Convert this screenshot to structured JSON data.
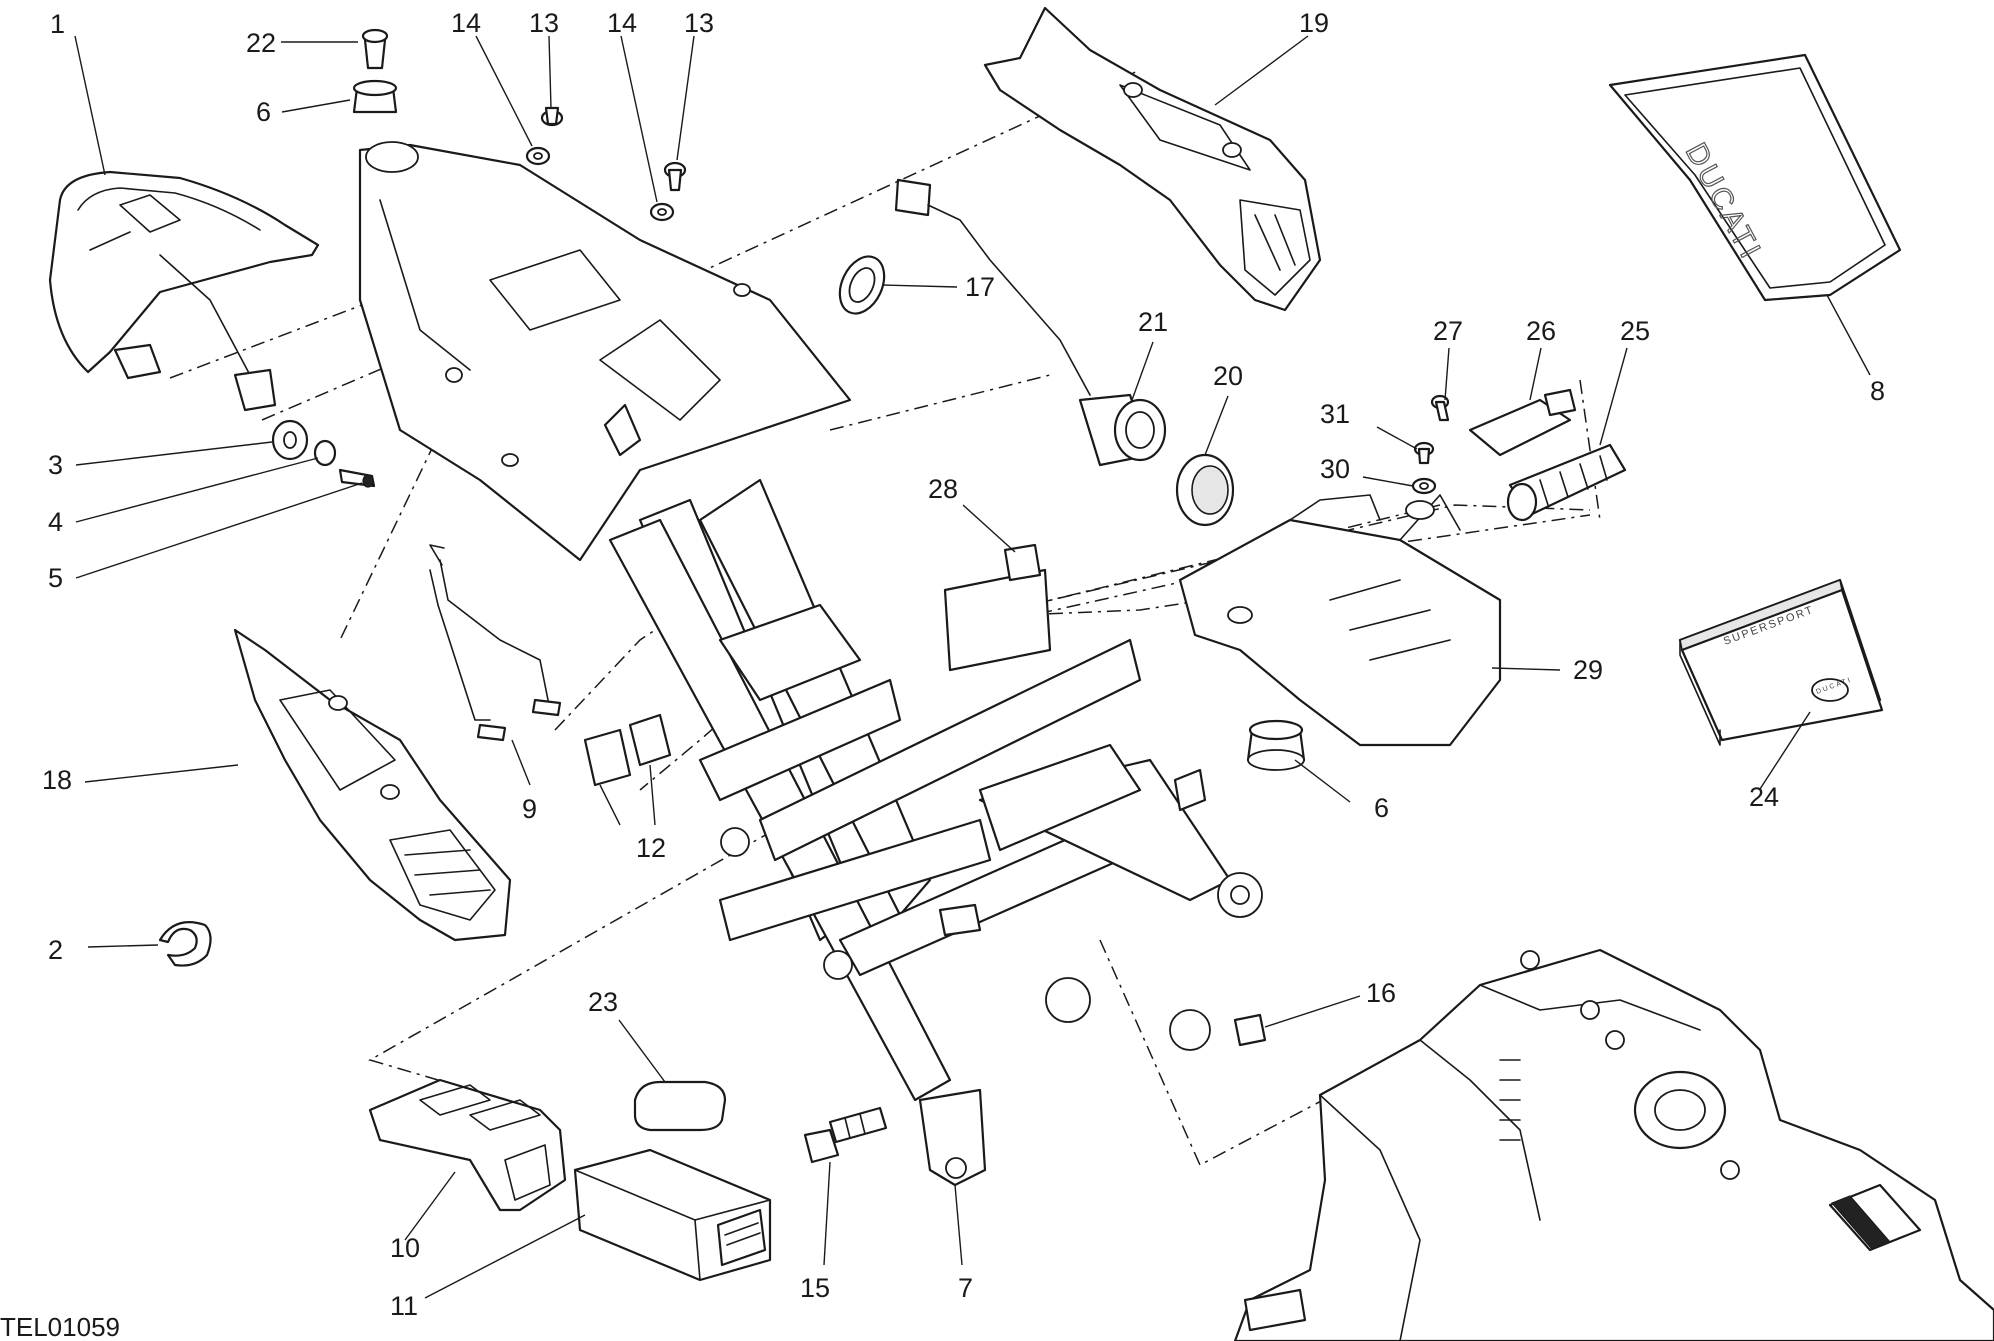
{
  "diagram_code": "TEL01059",
  "brand_marks": {
    "seat_cover": "DUCATI",
    "manual": "SUPERSPORT",
    "manual_logo": "DUCATI"
  },
  "callouts": [
    {
      "id": "1",
      "label": "1"
    },
    {
      "id": "2",
      "label": "2"
    },
    {
      "id": "3",
      "label": "3"
    },
    {
      "id": "4",
      "label": "4"
    },
    {
      "id": "5",
      "label": "5"
    },
    {
      "id": "6a",
      "label": "6"
    },
    {
      "id": "6b",
      "label": "6"
    },
    {
      "id": "7",
      "label": "7"
    },
    {
      "id": "8",
      "label": "8"
    },
    {
      "id": "9",
      "label": "9"
    },
    {
      "id": "10",
      "label": "10"
    },
    {
      "id": "11",
      "label": "11"
    },
    {
      "id": "12",
      "label": "12"
    },
    {
      "id": "13a",
      "label": "13"
    },
    {
      "id": "13b",
      "label": "13"
    },
    {
      "id": "14a",
      "label": "14"
    },
    {
      "id": "14b",
      "label": "14"
    },
    {
      "id": "15",
      "label": "15"
    },
    {
      "id": "16",
      "label": "16"
    },
    {
      "id": "17",
      "label": "17"
    },
    {
      "id": "18",
      "label": "18"
    },
    {
      "id": "19",
      "label": "19"
    },
    {
      "id": "20",
      "label": "20"
    },
    {
      "id": "21",
      "label": "21"
    },
    {
      "id": "22",
      "label": "22"
    },
    {
      "id": "23",
      "label": "23"
    },
    {
      "id": "24",
      "label": "24"
    },
    {
      "id": "25",
      "label": "25"
    },
    {
      "id": "26",
      "label": "26"
    },
    {
      "id": "27",
      "label": "27"
    },
    {
      "id": "28",
      "label": "28"
    },
    {
      "id": "29",
      "label": "29"
    },
    {
      "id": "30",
      "label": "30"
    },
    {
      "id": "31",
      "label": "31"
    }
  ]
}
